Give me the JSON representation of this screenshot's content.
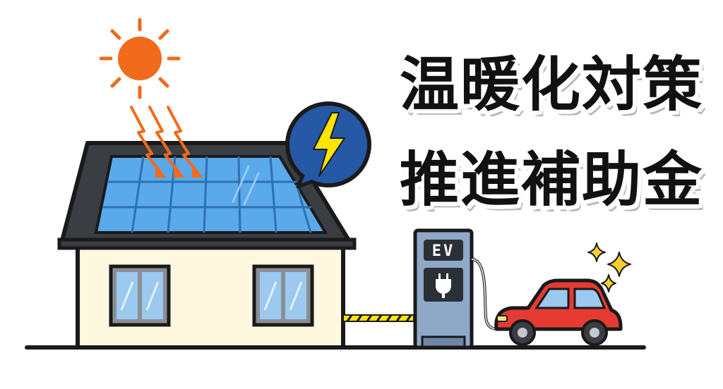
{
  "title": {
    "line1": "温暖化対策",
    "line2": "推進補助金"
  },
  "charger": {
    "label": "EV"
  },
  "icons": {
    "sun": "sun-icon",
    "lightning_bubble": "lightning-bolt-icon",
    "plug": "plug-icon",
    "sparkles": "sparkle-icon"
  },
  "colors": {
    "sun": "#f26a1b",
    "roof": "#3a3d42",
    "solar_panel": "#5aa9ea",
    "bubble": "#2558a5",
    "bolt": "#ffe400",
    "house_wall": "#fff8e1",
    "charger_body": "#8fa8c8",
    "car": "#e53b32",
    "sparkle": "#f7d02c",
    "outline": "#1a1a1a"
  }
}
